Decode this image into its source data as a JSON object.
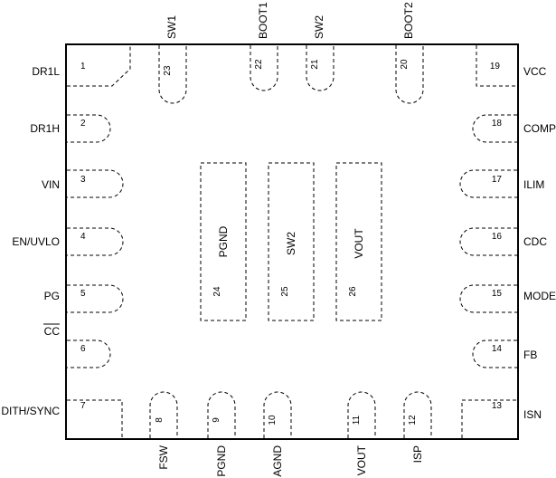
{
  "package": {
    "left_pins": [
      {
        "num": "1",
        "name": "DR1L"
      },
      {
        "num": "2",
        "name": "DR1H"
      },
      {
        "num": "3",
        "name": "VIN"
      },
      {
        "num": "4",
        "name": "EN/UVLO"
      },
      {
        "num": "5",
        "name": "PG"
      },
      {
        "num": "6",
        "name": "CC",
        "overline": true
      },
      {
        "num": "7",
        "name": "DITH/SYNC"
      }
    ],
    "bottom_pins": [
      {
        "num": "8",
        "name": "FSW"
      },
      {
        "num": "9",
        "name": "PGND"
      },
      {
        "num": "10",
        "name": "AGND"
      },
      {
        "num": "11",
        "name": "VOUT"
      },
      {
        "num": "12",
        "name": "ISP"
      }
    ],
    "right_pins": [
      {
        "num": "13",
        "name": "ISN"
      },
      {
        "num": "14",
        "name": "FB"
      },
      {
        "num": "15",
        "name": "MODE"
      },
      {
        "num": "16",
        "name": "CDC"
      },
      {
        "num": "17",
        "name": "ILIM"
      },
      {
        "num": "18",
        "name": "COMP"
      },
      {
        "num": "19",
        "name": "VCC"
      }
    ],
    "top_pins": [
      {
        "num": "20",
        "name": "BOOT2"
      },
      {
        "num": "21",
        "name": "SW2"
      },
      {
        "num": "22",
        "name": "BOOT1"
      },
      {
        "num": "23",
        "name": "SW1"
      }
    ],
    "center_pads": [
      {
        "num": "24",
        "name": "PGND"
      },
      {
        "num": "25",
        "name": "SW2"
      },
      {
        "num": "26",
        "name": "VOUT"
      }
    ]
  }
}
